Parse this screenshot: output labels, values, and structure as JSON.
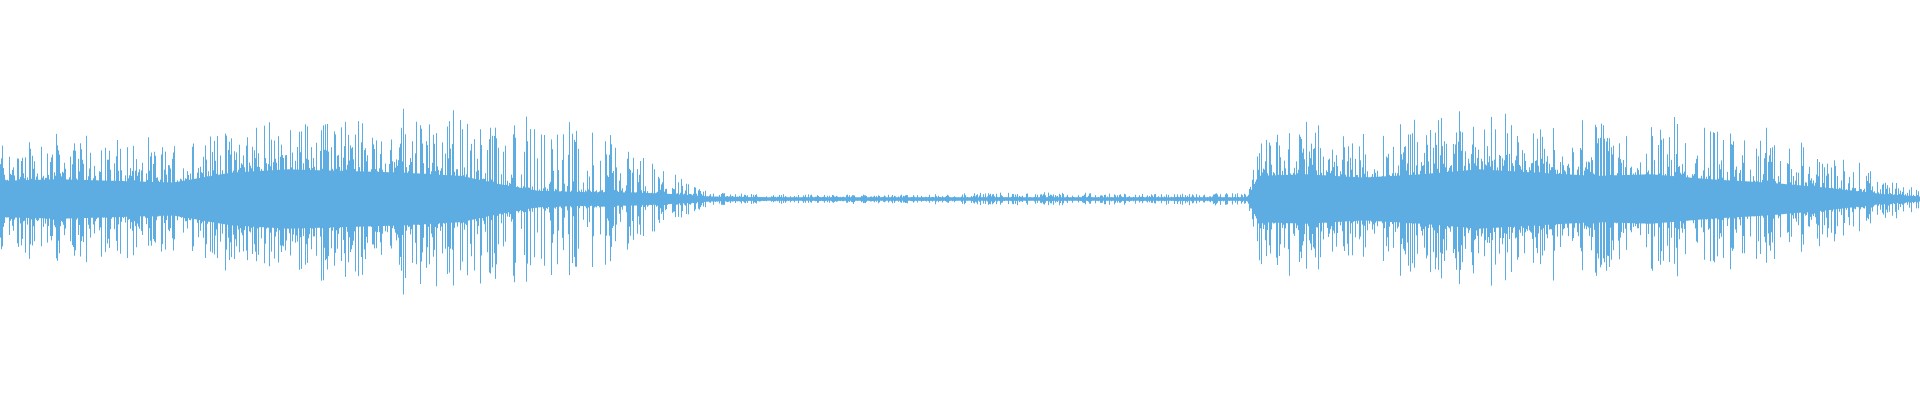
{
  "waveform": {
    "color": "#5dade2",
    "background": "#ffffff",
    "amplitude_envelope": [
      {
        "t": 0.0,
        "peak": 0.5,
        "body": 0.22
      },
      {
        "t": 0.03,
        "peak": 0.55,
        "body": 0.24
      },
      {
        "t": 0.06,
        "peak": 0.52,
        "body": 0.22
      },
      {
        "t": 0.09,
        "peak": 0.5,
        "body": 0.2
      },
      {
        "t": 0.12,
        "peak": 0.6,
        "body": 0.32
      },
      {
        "t": 0.15,
        "peak": 0.66,
        "body": 0.36
      },
      {
        "t": 0.18,
        "peak": 0.7,
        "body": 0.34
      },
      {
        "t": 0.21,
        "peak": 0.78,
        "body": 0.32
      },
      {
        "t": 0.24,
        "peak": 0.74,
        "body": 0.28
      },
      {
        "t": 0.26,
        "peak": 0.8,
        "body": 0.18
      },
      {
        "t": 0.28,
        "peak": 0.66,
        "body": 0.1
      },
      {
        "t": 0.31,
        "peak": 0.72,
        "body": 0.08
      },
      {
        "t": 0.33,
        "peak": 0.4,
        "body": 0.08
      },
      {
        "t": 0.35,
        "peak": 0.22,
        "body": 0.06
      },
      {
        "t": 0.37,
        "peak": 0.06,
        "body": 0.03
      },
      {
        "t": 0.4,
        "peak": 0.04,
        "body": 0.02
      },
      {
        "t": 0.45,
        "peak": 0.04,
        "body": 0.02
      },
      {
        "t": 0.5,
        "peak": 0.05,
        "body": 0.02
      },
      {
        "t": 0.55,
        "peak": 0.06,
        "body": 0.02
      },
      {
        "t": 0.6,
        "peak": 0.05,
        "body": 0.02
      },
      {
        "t": 0.65,
        "peak": 0.06,
        "body": 0.02
      },
      {
        "t": 0.655,
        "peak": 0.62,
        "body": 0.28
      },
      {
        "t": 0.68,
        "peak": 0.66,
        "body": 0.3
      },
      {
        "t": 0.71,
        "peak": 0.6,
        "body": 0.26
      },
      {
        "t": 0.74,
        "peak": 0.7,
        "body": 0.3
      },
      {
        "t": 0.77,
        "peak": 0.72,
        "body": 0.36
      },
      {
        "t": 0.8,
        "peak": 0.68,
        "body": 0.32
      },
      {
        "t": 0.83,
        "peak": 0.66,
        "body": 0.28
      },
      {
        "t": 0.86,
        "peak": 0.72,
        "body": 0.3
      },
      {
        "t": 0.89,
        "peak": 0.64,
        "body": 0.24
      },
      {
        "t": 0.92,
        "peak": 0.6,
        "body": 0.2
      },
      {
        "t": 0.95,
        "peak": 0.44,
        "body": 0.14
      },
      {
        "t": 0.98,
        "peak": 0.2,
        "body": 0.06
      },
      {
        "t": 1.0,
        "peak": 0.08,
        "body": 0.03
      }
    ]
  }
}
